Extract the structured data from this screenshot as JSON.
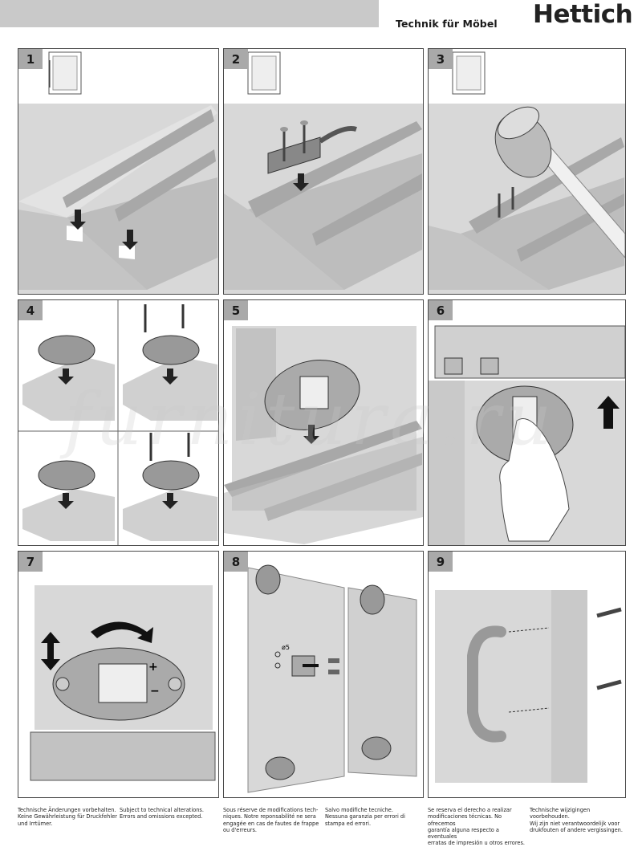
{
  "header": {
    "tagline": "Technik für Möbel",
    "brand": "Hettich"
  },
  "steps": [
    {
      "number": "1"
    },
    {
      "number": "2"
    },
    {
      "number": "3"
    },
    {
      "number": "4"
    },
    {
      "number": "5"
    },
    {
      "number": "6"
    },
    {
      "number": "7"
    },
    {
      "number": "8"
    },
    {
      "number": "9"
    }
  ],
  "step8": {
    "hole_label": "ø5"
  },
  "step7": {
    "plus": "+",
    "minus": "−"
  },
  "watermark": "furnitura.ru",
  "footer": [
    {
      "text": "Technische Änderungen vorbehalten.\nKeine Gewährleistung für Druckfehler\nund Irrtümer."
    },
    {
      "text": "Subject to technical alterations.\nErrors and omissions excepted."
    },
    {
      "text": "Sous réserve de modifications tech-\nniques. Notre reponsabilité ne sera\nengagée en cas de fautes de frappe\nou d'erreurs."
    },
    {
      "text": "Salvo modifiche tecniche.\nNessuna garanzia per errori di\nstampa ed errori."
    },
    {
      "text": "Se reserva el derecho a realizar\nmodificaciones técnicas. No ofrecemos\ngarantía alguna respecto a eventuales\nerratas de impresión u otros errores."
    },
    {
      "text": "Technische wijzigingen\nvoorbehouden.\nWij zijn niet verantwoordelijk voor\ndrukfouten of andere vergissingen."
    }
  ],
  "colors": {
    "header_bar": "#c9c9c9",
    "badge": "#a9a9a9",
    "scene_bg": "#d8d8d8",
    "panel_border": "#4a4a4a"
  }
}
